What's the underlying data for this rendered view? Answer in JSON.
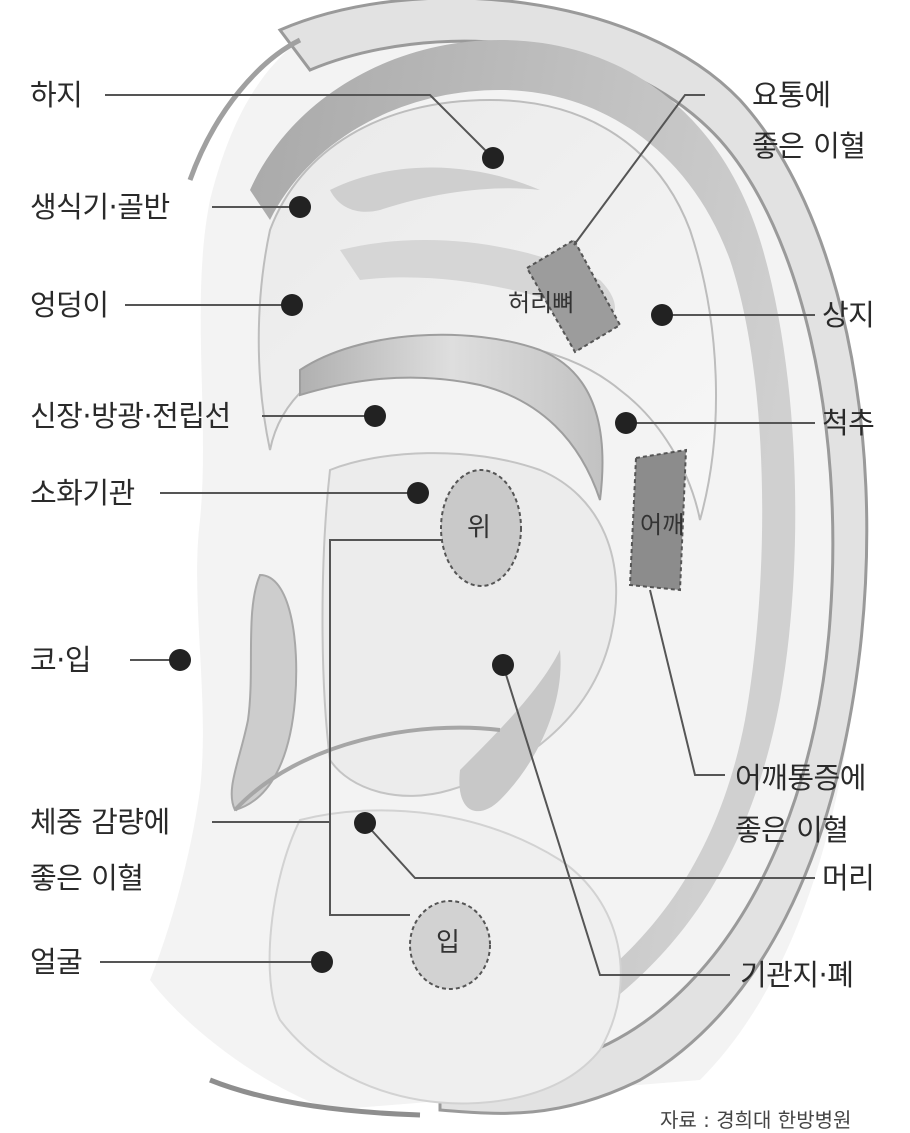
{
  "labels": {
    "haji": "하지",
    "saengsikgi": "생식기·골반",
    "eongdeongi": "엉덩이",
    "sinjang": "신장·방광·전립선",
    "sohwa": "소화기관",
    "ko_ip": "코·입",
    "chejung_line1": "체중 감량에",
    "chejung_line2": "좋은 이혈",
    "eolgul": "얼굴",
    "yotong_line1": "요통에",
    "yotong_line2": "좋은 이혈",
    "sangji": "상지",
    "cheokchu": "척추",
    "eokkae_line1": "어깨통증에",
    "eokkae_line2": "좋은 이혈",
    "meori": "머리",
    "gigwanji": "기관지·폐"
  },
  "regions": {
    "heoribbyeo": "허리뼈",
    "wi": "위",
    "eokkae": "어깨",
    "ip": "입"
  },
  "source": "자료 : 경희대 한방병원"
}
